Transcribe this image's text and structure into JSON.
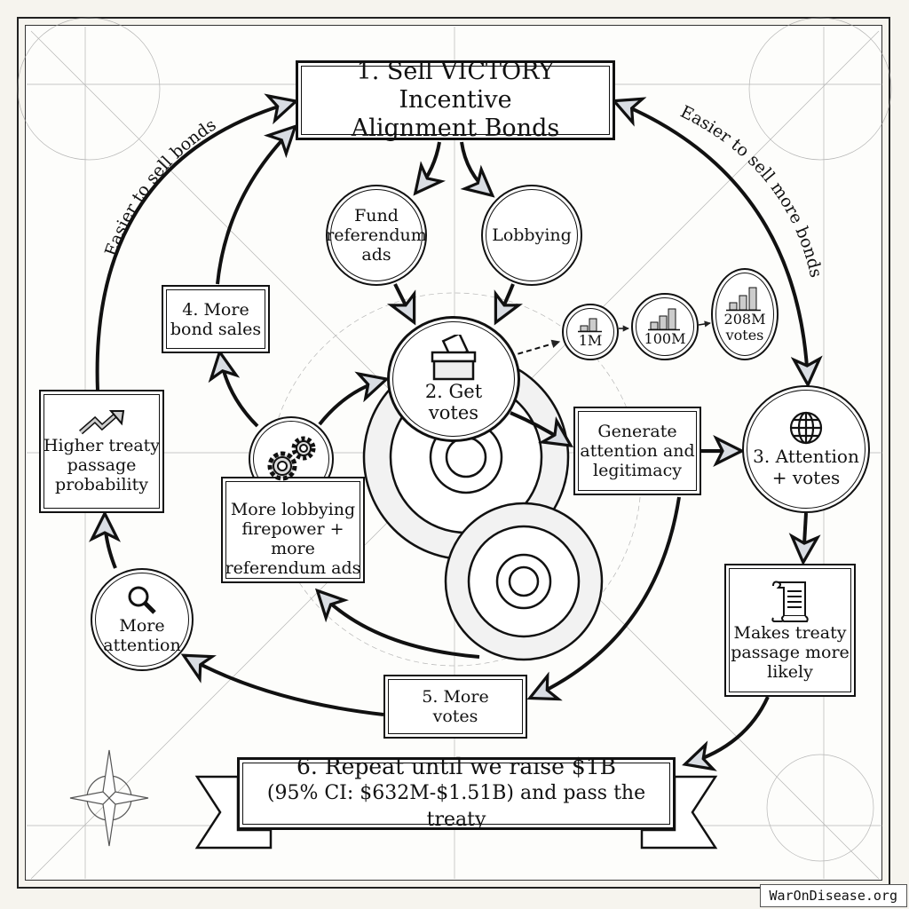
{
  "diagram": {
    "title": {
      "line1": "1. Sell VICTORY Incentive",
      "line2": "Alignment Bonds"
    },
    "fund_ads": {
      "line1": "Fund",
      "line2": "referendum",
      "line3": "ads"
    },
    "lobbying": {
      "label": "Lobbying"
    },
    "get_votes": {
      "line1": "2. Get",
      "line2": "votes",
      "icon": "ballot-box-icon"
    },
    "vote_milestones": [
      {
        "label": "1M"
      },
      {
        "label": "100M"
      },
      {
        "line1": "208M",
        "line2": "votes"
      }
    ],
    "generate_attention": {
      "line1": "Generate",
      "line2": "attention and",
      "line3": "legitimacy"
    },
    "attention_votes": {
      "line1": "3. Attention",
      "line2": "+ votes",
      "icon": "globe-icon"
    },
    "treaty_likely": {
      "line1": "Makes treaty",
      "line2": "passage more",
      "line3": "likely",
      "icon": "scroll-icon"
    },
    "more_bond_sales": {
      "line1": "4. More",
      "line2": "bond sales"
    },
    "higher_probability": {
      "line1": "Higher treaty",
      "line2": "passage",
      "line3": "probability",
      "icon": "trend-up-icon"
    },
    "more_attention": {
      "line1": "More",
      "line2": "attention",
      "icon": "magnifier-icon"
    },
    "more_firepower": {
      "line1": "More lobbying",
      "line2": "firepower + more",
      "line3": "referendum ads",
      "icon": "gears-icon"
    },
    "more_votes": {
      "line1": "5. More",
      "line2": "votes"
    },
    "repeat": {
      "line1": "6. Repeat until we raise $1B",
      "line2": "(95% CI: $632M-$1.51B) and pass the treaty"
    },
    "curve_left": "Easier to sell bonds",
    "curve_right": "Easier to sell more bonds"
  },
  "watermark": "WarOnDisease.org"
}
